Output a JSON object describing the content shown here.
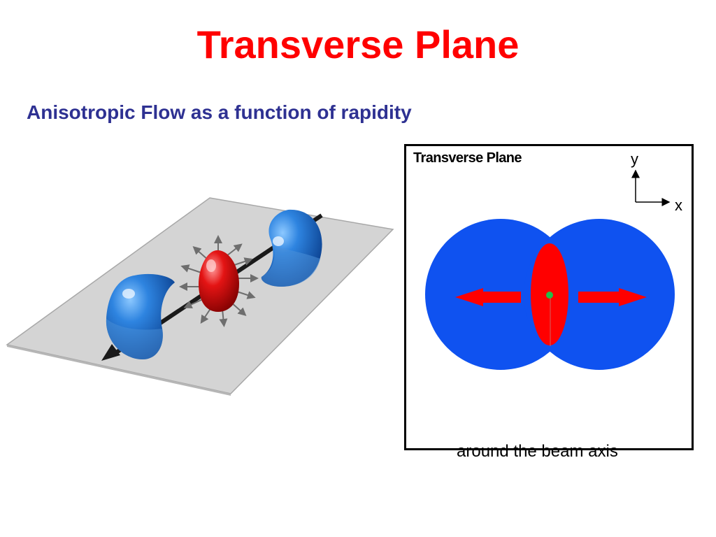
{
  "slide": {
    "title": "Transverse Plane",
    "subtitle": "Anisotropic Flow as a function of rapidity"
  },
  "panel": {
    "label": "Transverse Plane",
    "axis_y": "y",
    "axis_x": "x"
  },
  "caption": "around the beam axis",
  "colors": {
    "title": "#ff0000",
    "subtitle": "#2e3192",
    "nucleus_blue": "#0f52f0",
    "overlap_red": "#ff0000",
    "center_dot": "#22c04a",
    "plane_gray": "#d2d2d2"
  }
}
